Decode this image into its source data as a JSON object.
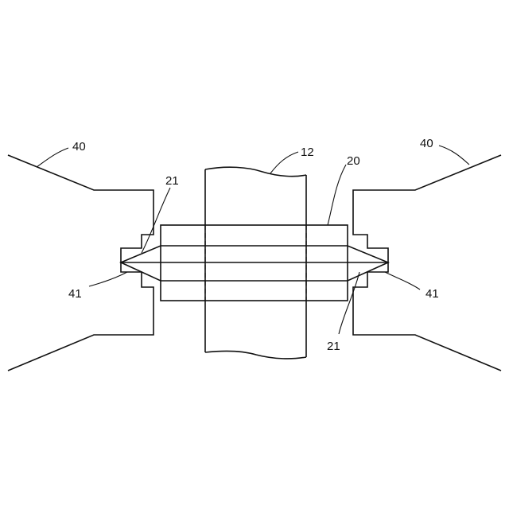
{
  "labels": {
    "ref_40_left": "40",
    "ref_40_right": "40",
    "ref_12": "12",
    "ref_20": "20",
    "ref_21_upper": "21",
    "ref_21_lower": "21",
    "ref_41_left": "41",
    "ref_41_right": "41"
  }
}
